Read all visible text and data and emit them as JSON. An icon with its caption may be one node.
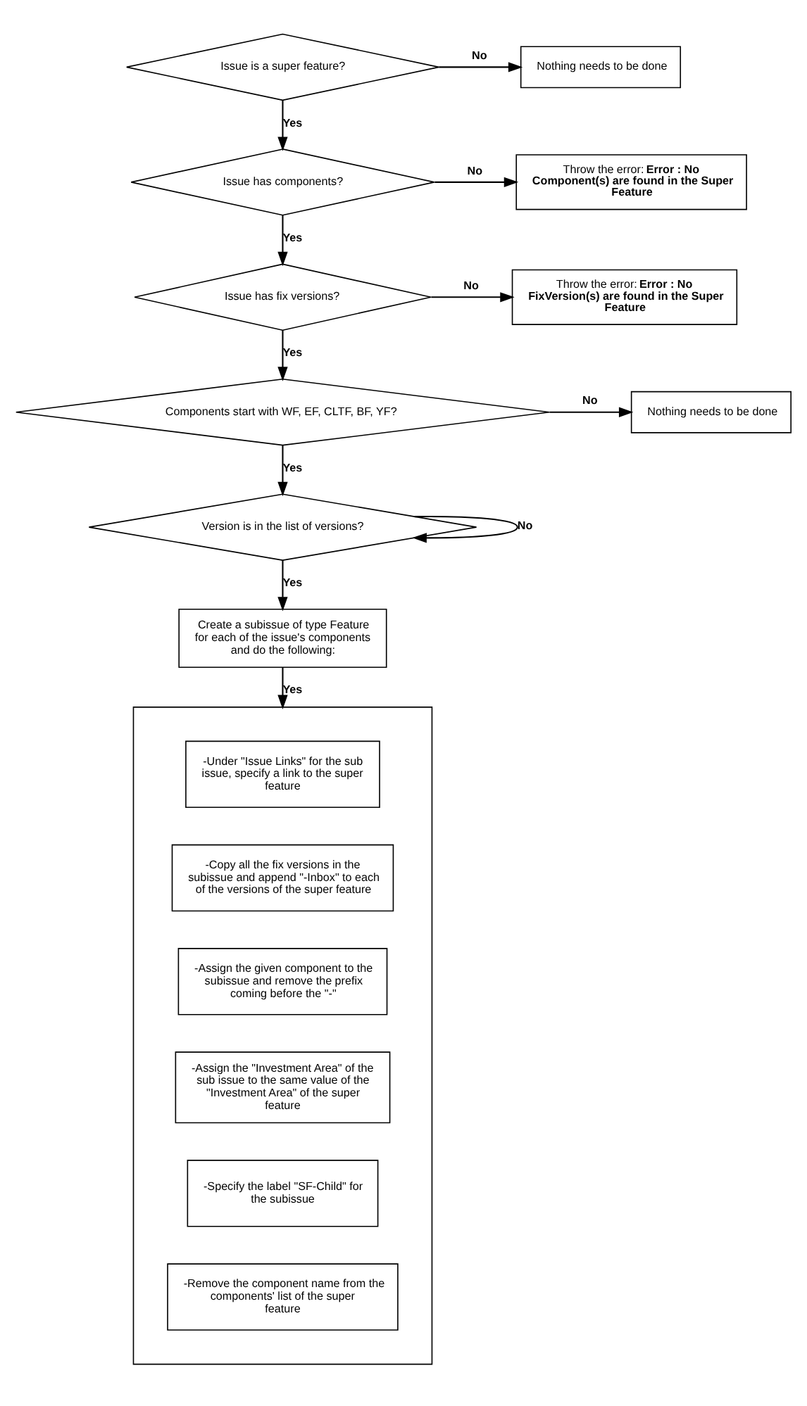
{
  "diagram": {
    "nodes": [
      {
        "text": [
          "Issue is a super feature?"
        ]
      },
      {
        "text": [
          "Nothing needs to be done"
        ]
      },
      {
        "text": [
          "Issue has components?"
        ]
      },
      {
        "text": [
          "Throw the error: **Error : No Component(s) are found in the Super Feature**"
        ]
      },
      {
        "text": [
          "Issue has fix versions?"
        ]
      },
      {
        "text": [
          "Throw the error: **Error : No FixVersion(s) are found in the Super Feature**"
        ]
      },
      {
        "text": [
          "Components start with WF, EF, CLTF, BF, YF?"
        ]
      },
      {
        "text": [
          "Nothing needs to be done"
        ]
      },
      {
        "text": [
          "Version is in the list of versions?"
        ]
      },
      {
        "text": [
          "Create a subissue of type Feature for each of the issue's components and do the following:"
        ]
      },
      {
        "text": [],
        "shape": "box"
      },
      {
        "text": [
          "-Under \"Issue Links\" for the sub issue, specify a link to the super feature"
        ],
        "in": 10
      },
      {
        "text": [
          "-Copy all the fix versions in the subissue and append \"-Inbox\" to each of the versions of the super feature"
        ],
        "in": 10
      },
      {
        "text": [
          "-Assign the given component to the subissue and remove the prefix coming before the \"-\""
        ],
        "in": 10
      },
      {
        "text": [
          "-Assign the \"Investment Area\" of the sub issue to the same value of the \"Investment Area\" of the super feature"
        ],
        "in": 10
      },
      {
        "text": [
          "-Specify the label \"SF-Child\" for the subissue"
        ],
        "in": 10
      },
      {
        "text": [
          "-Remove the component name from the components' list of the super feature"
        ],
        "in": 10
      }
    ],
    "edges": [
      {
        "from": 0,
        "to": 1,
        "arrow": "to",
        "label": "No"
      },
      {
        "from": 0,
        "to": 2,
        "arrow": "to",
        "label": "Yes"
      },
      {
        "from": 2,
        "to": 3,
        "arrow": "to",
        "label": "No"
      },
      {
        "from": 2,
        "to": 4,
        "arrow": "to",
        "label": "Yes"
      },
      {
        "from": 4,
        "to": 5,
        "arrow": "to",
        "label": "No"
      },
      {
        "from": 4,
        "to": 6,
        "arrow": "to",
        "label": "Yes"
      },
      {
        "from": 6,
        "to": 7,
        "arrow": "to",
        "label": "No"
      },
      {
        "from": 6,
        "to": 8,
        "arrow": "to",
        "label": "Yes"
      },
      {
        "from": 8,
        "to": 8,
        "arrow": "to",
        "label": "No"
      },
      {
        "from": 8,
        "to": 9,
        "arrow": "to",
        "label": "Yes"
      },
      {
        "from": 9,
        "to": 10,
        "arrow": "to",
        "label": "Yes"
      }
    ]
  }
}
